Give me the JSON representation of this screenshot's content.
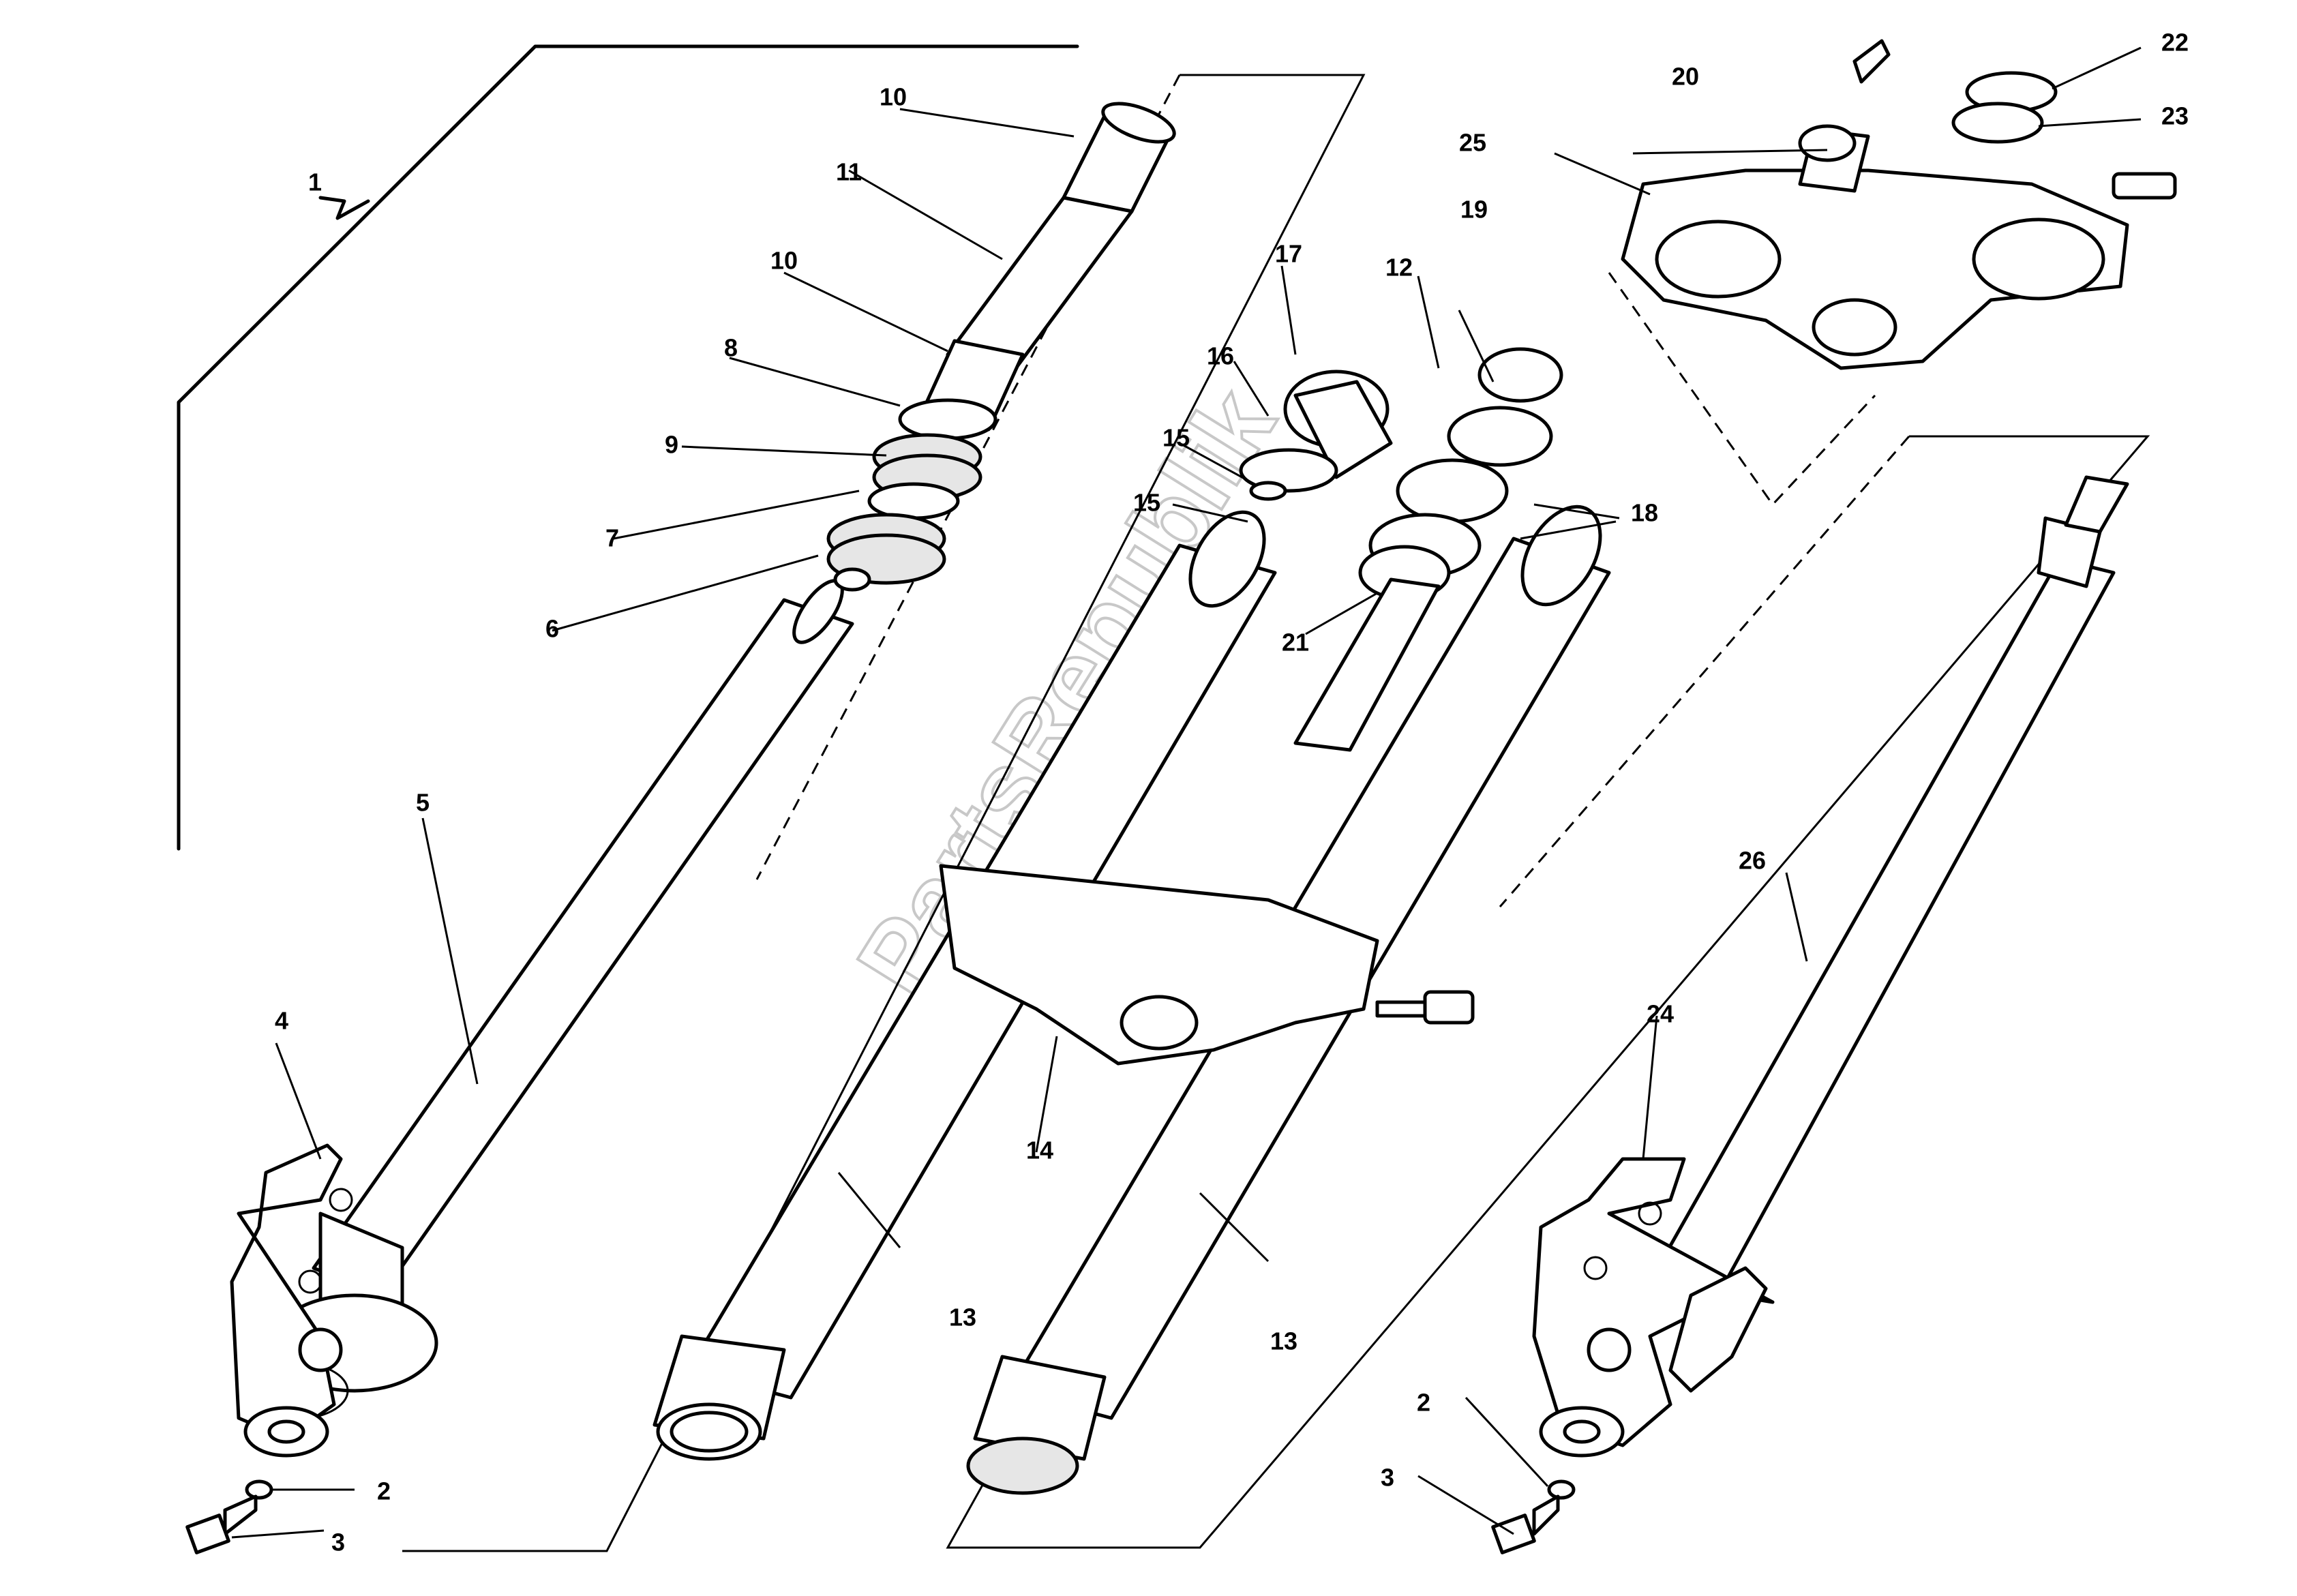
{
  "watermark": "PartsRepublik",
  "callouts": [
    "1",
    "2",
    "3",
    "4",
    "5",
    "6",
    "7",
    "8",
    "9",
    "10",
    "10",
    "11",
    "12",
    "13",
    "13",
    "14",
    "15",
    "15",
    "16",
    "17",
    "18",
    "19",
    "20",
    "21",
    "22",
    "23",
    "24",
    "25",
    "26",
    "2",
    "3"
  ]
}
